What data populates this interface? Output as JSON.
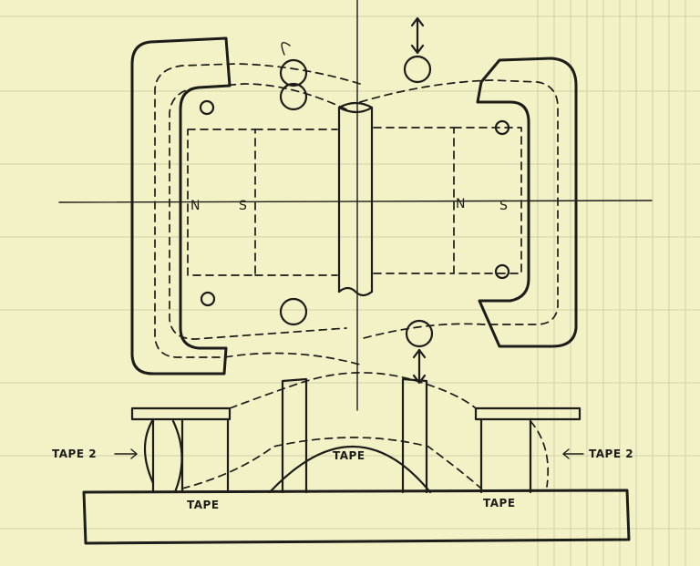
{
  "labels": {
    "left_magnet_n": "N",
    "left_magnet_s": "S",
    "right_magnet_n": "N",
    "right_magnet_s": "S",
    "tape_left_side": "TAPE 2",
    "tape_right_side": "TAPE 2",
    "tape_center": "TAPE",
    "tape_bottom_left": "TAPE",
    "tape_bottom_right": "TAPE"
  },
  "colors": {
    "paper": "#f3f1c6",
    "ink": "#1c1c18",
    "grid": "#cfcfa8"
  }
}
